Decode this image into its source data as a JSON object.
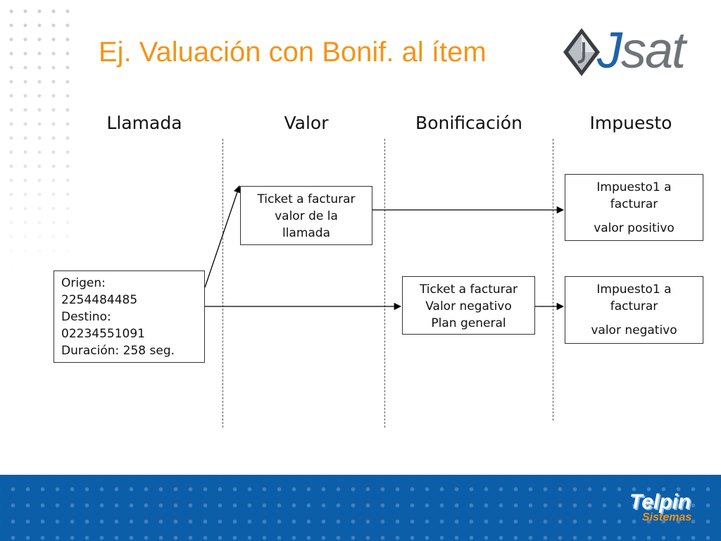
{
  "title": "Ej. Valuación con Bonif. al ítem",
  "logo": {
    "brand_prefix": "J",
    "brand_rest": "sat"
  },
  "columns": [
    "Llamada",
    "Valor",
    "Bonificación",
    "Impuesto"
  ],
  "boxes": {
    "call": [
      "Origen:",
      "2254484485",
      "Destino:",
      "02234551091",
      "Duración: 258 seg."
    ],
    "ticket_value": [
      "Ticket a facturar",
      "valor de la",
      "llamada"
    ],
    "ticket_discount": [
      "Ticket a facturar",
      "Valor negativo",
      "Plan general"
    ],
    "tax_positive": [
      "Impuesto1 a",
      "facturar",
      "valor positivo"
    ],
    "tax_negative": [
      "Impuesto1 a",
      "facturar",
      "valor negativo"
    ]
  },
  "footer": {
    "brand": "Telpin",
    "sub": "Sistemas"
  },
  "colors": {
    "title": "#f39419",
    "footer_bg": "#0c5ea8",
    "jsat_blue": "#1f63aa",
    "jsat_grey": "#6f7479"
  }
}
